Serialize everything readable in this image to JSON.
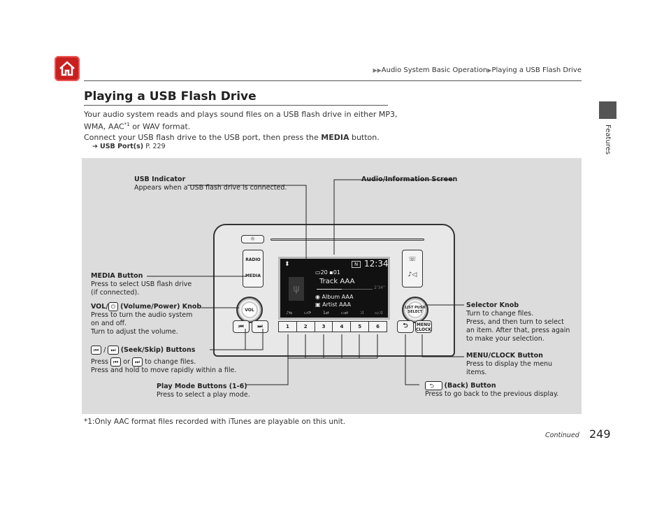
{
  "header": {
    "breadcrumb": [
      "Audio System Basic Operation",
      "Playing a USB Flash Drive"
    ]
  },
  "title": "Playing a USB Flash Drive",
  "intro": {
    "line1": "Your audio system reads and plays sound files on a USB flash drive in either MP3,",
    "line2a": "WMA, AAC",
    "line2sup": "*1",
    "line2b": " or WAV format.",
    "line3a": "Connect your USB flash drive to the USB port, then press the ",
    "line3b": "MEDIA",
    "line3c": " button."
  },
  "reference": {
    "label": "USB Port(s)",
    "page": "P. 229"
  },
  "side_tab": "Features",
  "callouts": {
    "usb_title": "USB Indicator",
    "usb_desc": "Appears when a USB flash drive is connected.",
    "screen_title": "Audio/Information Screen",
    "media_title": "MEDIA Button",
    "media_desc1": "Press to select USB flash drive",
    "media_desc2": "(if connected).",
    "vol_title_a": "VOL/",
    "vol_title_b": "(Volume/Power) Knob",
    "vol_desc1": "Press to turn the audio system",
    "vol_desc2": "on and off.",
    "vol_desc3": "Turn to adjust the volume.",
    "seek_title": "(Seek/Skip) Buttons",
    "seek_desc1a": "Press",
    "seek_desc1b": "or",
    "seek_desc1c": "to change files.",
    "seek_desc2": "Press and hold to move rapidly within a file.",
    "play_title": "Play Mode Buttons (1-6)",
    "play_desc": "Press to select a play mode.",
    "select_title": "Selector Knob",
    "select_desc1": "Turn to change files.",
    "select_desc2": "Press, and then turn to select",
    "select_desc3": "an item. After that, press again",
    "select_desc4": "to make your selection.",
    "menu_title": "MENU/CLOCK Button",
    "menu_desc1": "Press to display the menu",
    "menu_desc2": "items.",
    "back_title": "(Back) Button",
    "back_desc": "Press to go back to the previous display."
  },
  "device": {
    "radio": "RADIO",
    "media": "MEDIA",
    "vol": "VOL",
    "select": "LIST PUSH SELECT",
    "menu": "MENU",
    "clock": "CLOCK",
    "presets": [
      "1",
      "2",
      "3",
      "4",
      "5",
      "6"
    ],
    "screen": {
      "mode": "N",
      "time": "12:34",
      "folder": "20",
      "track_no": "01",
      "track": "Track AAA",
      "elapsed": "2'34\"",
      "album": "Album AAA",
      "artist": "Artist AAA"
    }
  },
  "footnote": "*1:Only AAC format files recorded with iTunes are playable on this unit.",
  "footer": {
    "continued": "Continued",
    "page_number": "249"
  }
}
